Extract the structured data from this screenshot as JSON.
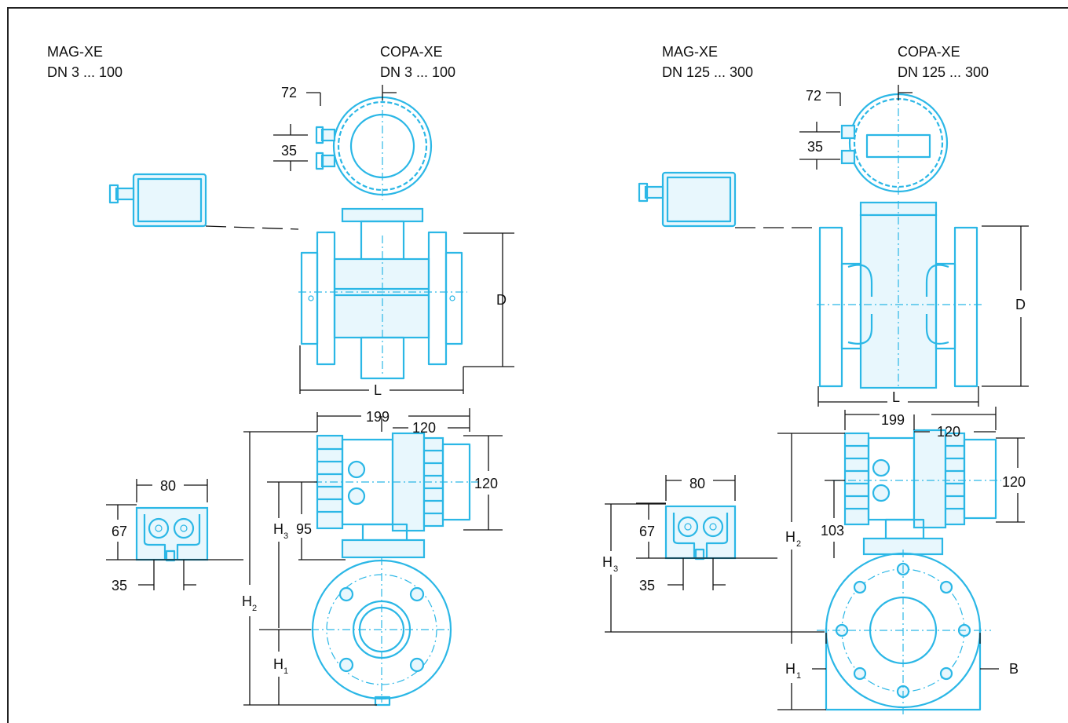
{
  "headings": {
    "left_mag_name": "MAG-XE",
    "left_mag_range": "DN 3 ... 100",
    "left_copa_name": "COPA-XE",
    "left_copa_range": "DN 3 ... 100",
    "right_mag_name": "MAG-XE",
    "right_mag_range": "DN 125 ... 300",
    "right_copa_name": "COPA-XE",
    "right_copa_range": "DN 125 ... 300"
  },
  "dimensions_left": {
    "d72": "72",
    "d35_top": "35",
    "D": "D",
    "L": "L",
    "d199": "199",
    "d120_top": "120",
    "d120_right": "120",
    "d80": "80",
    "d67": "67",
    "d35_bottom": "35",
    "d95": "95",
    "H3": "H",
    "H3_sub": "3",
    "H2": "H",
    "H2_sub": "2",
    "H1": "H",
    "H1_sub": "1"
  },
  "dimensions_right": {
    "d72": "72",
    "d35_top": "35",
    "D": "D",
    "L": "L",
    "d199": "199",
    "d120_top": "120",
    "d120_right": "120",
    "d80": "80",
    "d67": "67",
    "d35_bottom": "35",
    "d103": "103",
    "H3": "H",
    "H3_sub": "3",
    "H2": "H",
    "H2_sub": "2",
    "H1": "H",
    "H1_sub": "1",
    "B": "B"
  },
  "colors": {
    "drawing": "#2bb7e6",
    "dimension": "#111111"
  }
}
